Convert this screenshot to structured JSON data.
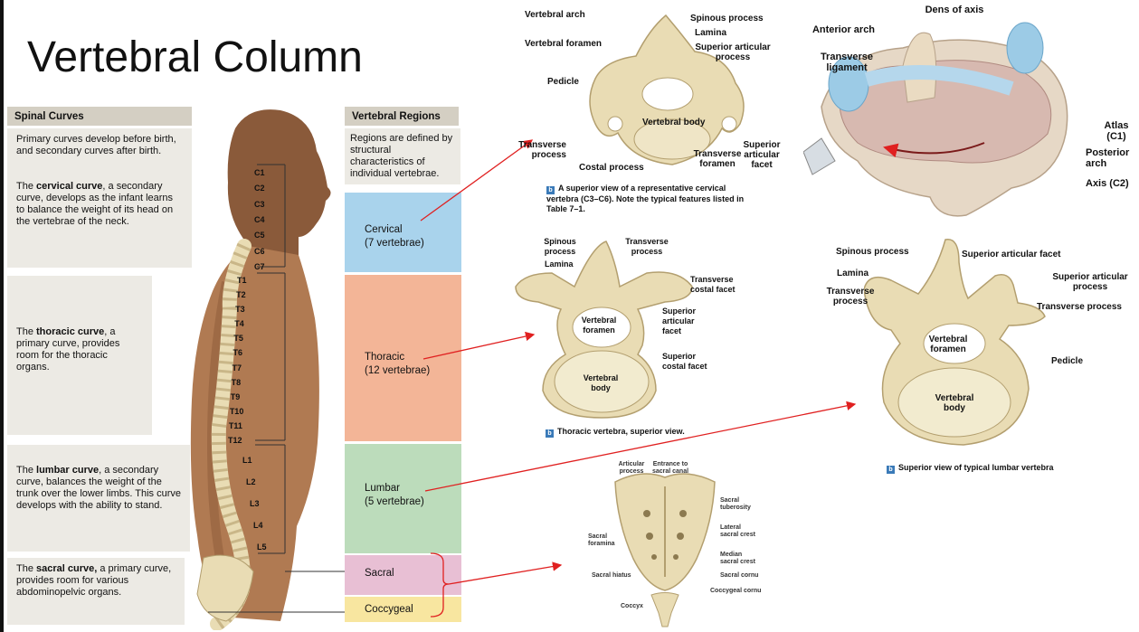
{
  "title": "Vertebral Column",
  "left": {
    "spinal_curves_header": "Spinal Curves",
    "primary_intro": "Primary curves develop before birth, and secondary curves after birth.",
    "cervical_text": {
      "pre": "The ",
      "bold": "cervical curve",
      "post": ", a secondary curve, develops as the infant learns to balance the weight of its head on the vertebrae of the neck."
    },
    "thoracic_text": {
      "pre": "The ",
      "bold": "thoracic curve",
      "post": ", a primary curve, provides room for the thoracic organs."
    },
    "lumbar_text": {
      "pre": "The ",
      "bold": "lumbar curve",
      "post": ", a secondary curve, balances the weight of the trunk over the lower limbs. This curve develops with the ability to stand."
    },
    "sacral_text": {
      "pre": "The ",
      "bold": "sacral curve,",
      "post": " a primary curve, provides room for various abdominopelvic organs."
    }
  },
  "right_regions": {
    "header": "Vertebral Regions",
    "intro": "Regions are defined by structural characteristics of individual vertebrae.",
    "cervical": "Cervical",
    "cervical_count": "(7 vertebrae)",
    "thoracic": "Thoracic",
    "thoracic_count": "(12 vertebrae)",
    "lumbar": "Lumbar",
    "lumbar_count": "(5 vertebrae)",
    "sacral": "Sacral",
    "coccygeal": "Coccygeal"
  },
  "vertebra_labels": {
    "cervical": [
      "C1",
      "C2",
      "C3",
      "C4",
      "C5",
      "C6",
      "C7"
    ],
    "thoracic": [
      "T1",
      "T2",
      "T3",
      "T4",
      "T5",
      "T6",
      "T7",
      "T8",
      "T9",
      "T10",
      "T11",
      "T12"
    ],
    "lumbar": [
      "L1",
      "L2",
      "L3",
      "L4",
      "L5"
    ]
  },
  "cervical_diagram": {
    "vertebral_arch": "Vertebral arch",
    "vertebral_foramen": "Vertebral foramen",
    "pedicle": "Pedicle",
    "transverse_process": "Transverse process",
    "costal_process": "Costal process",
    "spinous_process": "Spinous process",
    "lamina": "Lamina",
    "superior_articular_process": "Superior articular process",
    "vertebral_body": "Vertebral body",
    "transverse_foramen": "Transverse foramen",
    "superior_articular_facet": "Superior articular facet",
    "caption_letter": "b",
    "caption": "A superior view of a representative cervical vertebra (C3–C6). Note the typical features listed in Table 7–1."
  },
  "atlas_diagram": {
    "dens_of_axis": "Dens of axis",
    "anterior_arch": "Anterior arch",
    "transverse_ligament": "Transverse ligament",
    "atlas": "Atlas (C1)",
    "posterior_arch": "Posterior arch",
    "axis": "Axis (C2)"
  },
  "thoracic_diagram": {
    "spinous_process": "Spinous process",
    "lamina": "Lamina",
    "transverse_process": "Transverse process",
    "transverse_costal_facet": "Transverse costal facet",
    "vertebral_foramen": "Vertebral foramen",
    "superior_articular_facet": "Superior articular facet",
    "superior_costal_facet": "Superior costal facet",
    "vertebral_body": "Vertebral body",
    "caption_letter": "b",
    "caption": "Thoracic vertebra, superior view."
  },
  "lumbar_diagram": {
    "spinous_process": "Spinous process",
    "superior_articular_facet": "Superior articular facet",
    "lamina": "Lamina",
    "superior_articular_process": "Superior articular process",
    "transverse_process_left": "Transverse process",
    "transverse_process_right": "Transverse process",
    "vertebral_foramen": "Vertebral foramen",
    "pedicle": "Pedicle",
    "vertebral_body": "Vertebral body",
    "caption_letter": "b",
    "caption": "Superior view of typical lumbar vertebra"
  },
  "sacrum_diagram": {
    "articular_process": "Articular process",
    "entrance_sacral_canal": "Entrance to sacral canal",
    "sacral_tuberosity": "Sacral tuberosity",
    "lateral_sacral_crest": "Lateral sacral crest",
    "sacral_foramina": "Sacral foramina",
    "median_sacral_crest": "Median sacral crest",
    "sacral_hiatus": "Sacral hiatus",
    "sacral_cornu": "Sacral cornu",
    "coccygeal_cornu": "Coccygeal cornu",
    "coccyx": "Coccyx"
  },
  "colors": {
    "cervical": "#a9d3ec",
    "thoracic": "#f3b597",
    "lumbar": "#bcdcbb",
    "sacral": "#e8bfd4",
    "coccygeal": "#f8e6a0",
    "arrow": "#e02020",
    "bone": "#e9dcb4",
    "skin": "#a8714a"
  }
}
